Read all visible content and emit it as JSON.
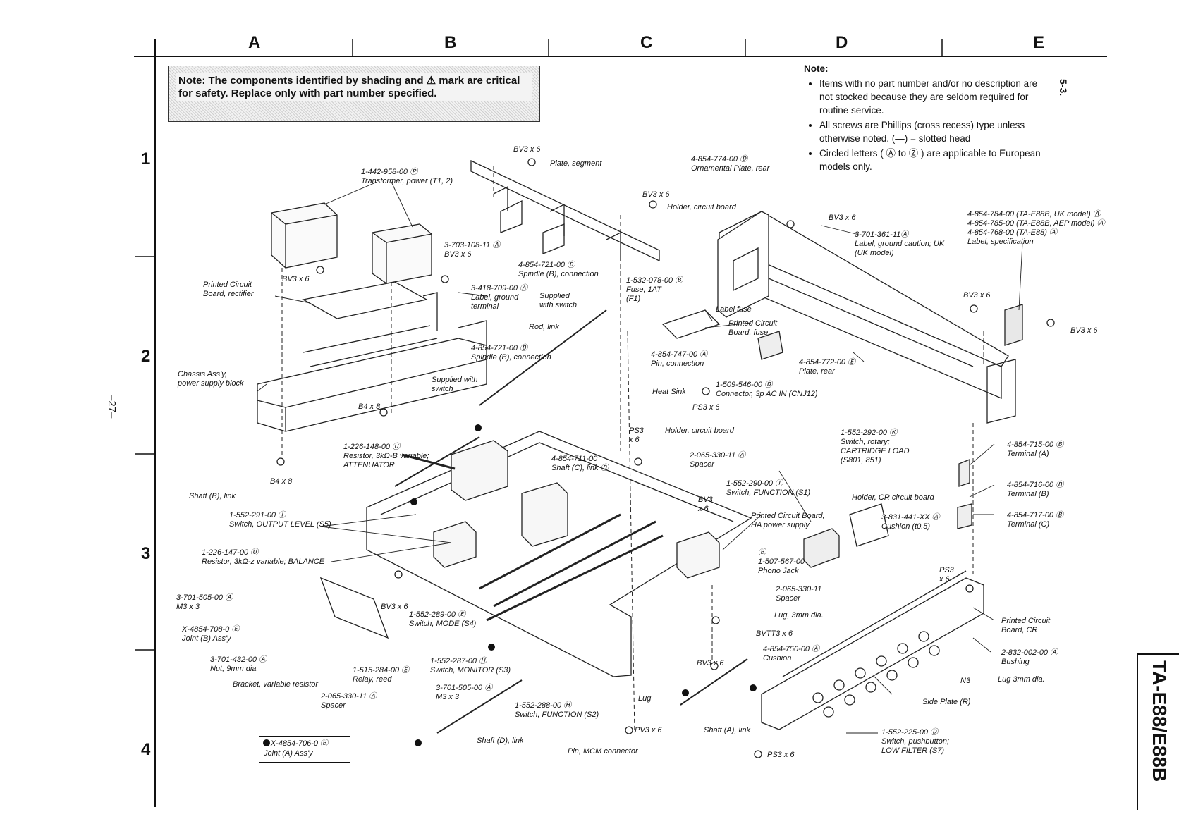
{
  "grid": {
    "columns": [
      "A",
      "B",
      "C",
      "D",
      "E"
    ],
    "rows": [
      "1",
      "2",
      "3",
      "4"
    ]
  },
  "safety_note": "Note: The components identified by shading and ⚠ mark are critical for safety. Replace only with part number specified.",
  "notes": {
    "heading": "Note:",
    "items": [
      "Items with no part number and/or no description are not stocked because they are seldom required for routine service.",
      "All screws are Phillips (cross recess) type unless otherwise noted. (—) = slotted head",
      "Circled letters ( Ⓐ to Ⓩ ) are applicable to European models only."
    ]
  },
  "model_title": "TA-E88/E88B",
  "page_number": "–27–",
  "section_number": "5-3.",
  "legend": "● X-4854-706-0 Ⓑ\nJoint (A) Ass'y",
  "labels": [
    {
      "id": "l1",
      "text": "1-442-958-00 Ⓟ\nTransformer, power (T1, 2)"
    },
    {
      "id": "l2",
      "text": "BV3 x 6"
    },
    {
      "id": "l3",
      "text": "Plate, segment"
    },
    {
      "id": "l4",
      "text": "4-854-774-00 Ⓓ\nOrnamental Plate, rear"
    },
    {
      "id": "l5",
      "text": "BV3 x 6"
    },
    {
      "id": "l6",
      "text": "Holder, circuit board"
    },
    {
      "id": "l7",
      "text": "BV3 x 6"
    },
    {
      "id": "l8",
      "text": "3-701-361-11Ⓐ\nLabel, ground caution; UK\n(UK model)"
    },
    {
      "id": "l9",
      "text": "4-854-784-00 (TA-E88B, UK model) Ⓐ\n4-854-785-00 (TA-E88B, AEP model) Ⓐ\n4-854-768-00 (TA-E88) Ⓐ\nLabel, specification"
    },
    {
      "id": "l10",
      "text": "3-703-108-11 Ⓐ\nBV3 x 6"
    },
    {
      "id": "l11",
      "text": "BV3 x 6"
    },
    {
      "id": "l12",
      "text": "Printed Circuit\nBoard, rectifier"
    },
    {
      "id": "l13",
      "text": "3-418-709-00 Ⓐ\nLabel, ground\nterminal"
    },
    {
      "id": "l14",
      "text": "4-854-721-00 Ⓑ\nSpindle (B), connection"
    },
    {
      "id": "l15",
      "text": "1-532-078-00 Ⓑ\nFuse, 1AT\n(F1)"
    },
    {
      "id": "l16",
      "text": "Supplied\nwith switch"
    },
    {
      "id": "l17",
      "text": "Label fuse"
    },
    {
      "id": "l18",
      "text": "BV3 x 6"
    },
    {
      "id": "l19",
      "text": "BV3 x 6"
    },
    {
      "id": "l20",
      "text": "Rod, link"
    },
    {
      "id": "l21",
      "text": "Printed Circuit\nBoard, fuse"
    },
    {
      "id": "l22",
      "text": "4-854-721-00 Ⓑ\nSpindle (B), connection"
    },
    {
      "id": "l23",
      "text": "4-854-747-00 Ⓐ\nPin, connection"
    },
    {
      "id": "l24",
      "text": "4-854-772-00 Ⓔ\nPlate, rear"
    },
    {
      "id": "l25",
      "text": "Chassis Ass'y,\npower supply block"
    },
    {
      "id": "l26",
      "text": "Supplied with\nswitch"
    },
    {
      "id": "l27",
      "text": "1-509-546-00 Ⓓ\nConnector, 3p AC IN (CNJ12)"
    },
    {
      "id": "l28",
      "text": "Heat Sink"
    },
    {
      "id": "l29",
      "text": "PS3 x 6"
    },
    {
      "id": "l30",
      "text": "B4 x 8"
    },
    {
      "id": "l31",
      "text": "PS3\nx 6"
    },
    {
      "id": "l32",
      "text": "Holder, circuit board"
    },
    {
      "id": "l33",
      "text": "1-552-292-00 Ⓚ\nSwitch, rotary;\nCARTRIDGE LOAD\n(S801, 851)"
    },
    {
      "id": "l34",
      "text": "1-226-148-00 Ⓤ\nResistor, 3kΩ-B variable;\nATTENUATOR"
    },
    {
      "id": "l35",
      "text": "4-854-711-00\nShaft (C), link Ⓑ"
    },
    {
      "id": "l36",
      "text": "2-065-330-11 Ⓐ\nSpacer"
    },
    {
      "id": "l37",
      "text": "4-854-715-00 Ⓑ\nTerminal (A)"
    },
    {
      "id": "l38",
      "text": "B4 x 8"
    },
    {
      "id": "l39",
      "text": "1-552-290-00 Ⓘ\nSwitch, FUNCTION (S1)"
    },
    {
      "id": "l40",
      "text": "Holder, CR circuit board"
    },
    {
      "id": "l41",
      "text": "4-854-716-00 Ⓑ\nTerminal (B)"
    },
    {
      "id": "l42",
      "text": "Shaft (B), link"
    },
    {
      "id": "l43",
      "text": "BV3\nx 6"
    },
    {
      "id": "l44",
      "text": "Printed Circuit Board,\nHA power supply"
    },
    {
      "id": "l45",
      "text": "3-831-441-XX Ⓐ\nCushion (t0.5)"
    },
    {
      "id": "l46",
      "text": "4-854-717-00 Ⓑ\nTerminal (C)"
    },
    {
      "id": "l47",
      "text": "1-552-291-00 Ⓘ\nSwitch, OUTPUT LEVEL (S5)"
    },
    {
      "id": "l48",
      "text": "Ⓑ\n1-507-567-00\nPhono Jack"
    },
    {
      "id": "l49",
      "text": "PS3\nx 6"
    },
    {
      "id": "l50",
      "text": "1-226-147-00 Ⓤ\nResistor, 3kΩ-z variable; BALANCE"
    },
    {
      "id": "l51",
      "text": "2-065-330-11\nSpacer"
    },
    {
      "id": "l52",
      "text": "3-701-505-00 Ⓐ\nM3 x 3"
    },
    {
      "id": "l53",
      "text": "BV3 x 6"
    },
    {
      "id": "l54",
      "text": "1-552-289-00 Ⓔ\nSwitch, MODE (S4)"
    },
    {
      "id": "l55",
      "text": "Lug, 3mm dia."
    },
    {
      "id": "l56",
      "text": "Printed Circuit\nBoard, CR"
    },
    {
      "id": "l57",
      "text": "X-4854-708-0 Ⓔ\nJoint (B) Ass'y"
    },
    {
      "id": "l58",
      "text": "BVTT3 x 6"
    },
    {
      "id": "l59",
      "text": "2-832-002-00 Ⓐ\nBushing"
    },
    {
      "id": "l60",
      "text": "3-701-432-00 Ⓐ\nNut, 9mm dia."
    },
    {
      "id": "l61",
      "text": "1-515-284-00 Ⓔ\nRelay, reed"
    },
    {
      "id": "l62",
      "text": "1-552-287-00 Ⓗ\nSwitch, MONITOR (S3)"
    },
    {
      "id": "l63",
      "text": "4-854-750-00 Ⓐ\nCushion"
    },
    {
      "id": "l64",
      "text": "BV3 x 6"
    },
    {
      "id": "l65",
      "text": "N3"
    },
    {
      "id": "l66",
      "text": "Lug 3mm dia."
    },
    {
      "id": "l67",
      "text": "Bracket, variable resistor"
    },
    {
      "id": "l68",
      "text": "2-065-330-11 Ⓐ\nSpacer"
    },
    {
      "id": "l69",
      "text": "3-701-505-00 Ⓐ\nM3 x 3"
    },
    {
      "id": "l70",
      "text": "1-552-288-00 Ⓗ\nSwitch, FUNCTION (S2)"
    },
    {
      "id": "l71",
      "text": "Lug"
    },
    {
      "id": "l72",
      "text": "Side Plate (R)"
    },
    {
      "id": "l73",
      "text": "PV3 x 6"
    },
    {
      "id": "l74",
      "text": "Shaft (A), link"
    },
    {
      "id": "l75",
      "text": "1-552-225-00 Ⓓ\nSwitch, pushbutton;\nLOW FILTER (S7)"
    },
    {
      "id": "l76",
      "text": "Shaft (D), link"
    },
    {
      "id": "l77",
      "text": "Pin, MCM connector"
    },
    {
      "id": "l78",
      "text": "PS3 x 6"
    }
  ]
}
